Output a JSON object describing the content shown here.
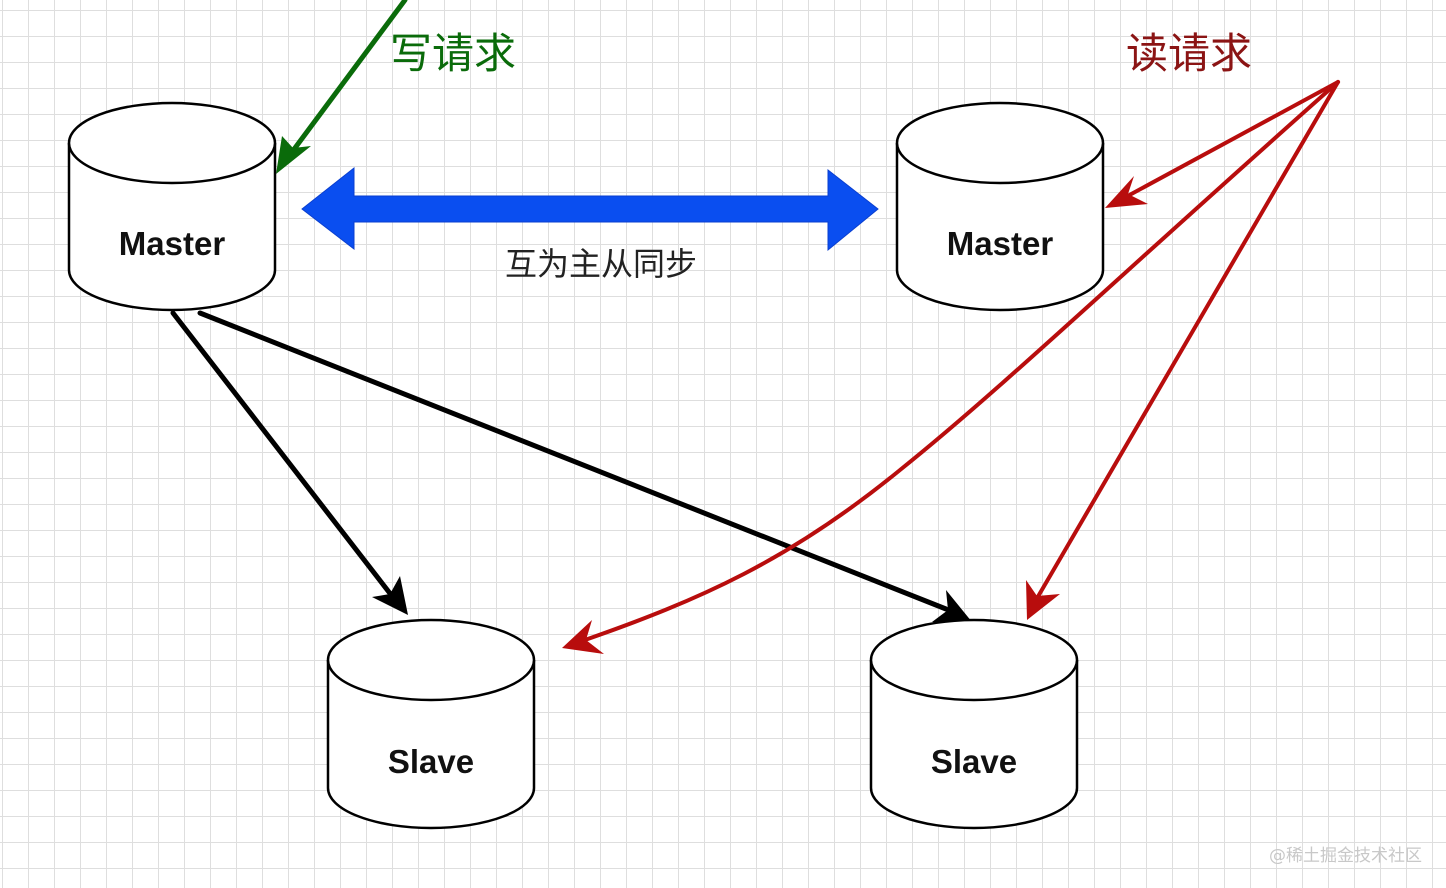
{
  "nodes": {
    "master_left": "Master",
    "master_right": "Master",
    "slave_left": "Slave",
    "slave_right": "Slave"
  },
  "labels": {
    "write_request": "写请求",
    "read_request": "读请求",
    "sync": "互为主从同步"
  },
  "watermark": "@稀土掘金技术社区",
  "colors": {
    "write": "#0a6b0a",
    "read": "#b80d0d",
    "sync": "#0a4ef0",
    "replication": "#000000"
  }
}
